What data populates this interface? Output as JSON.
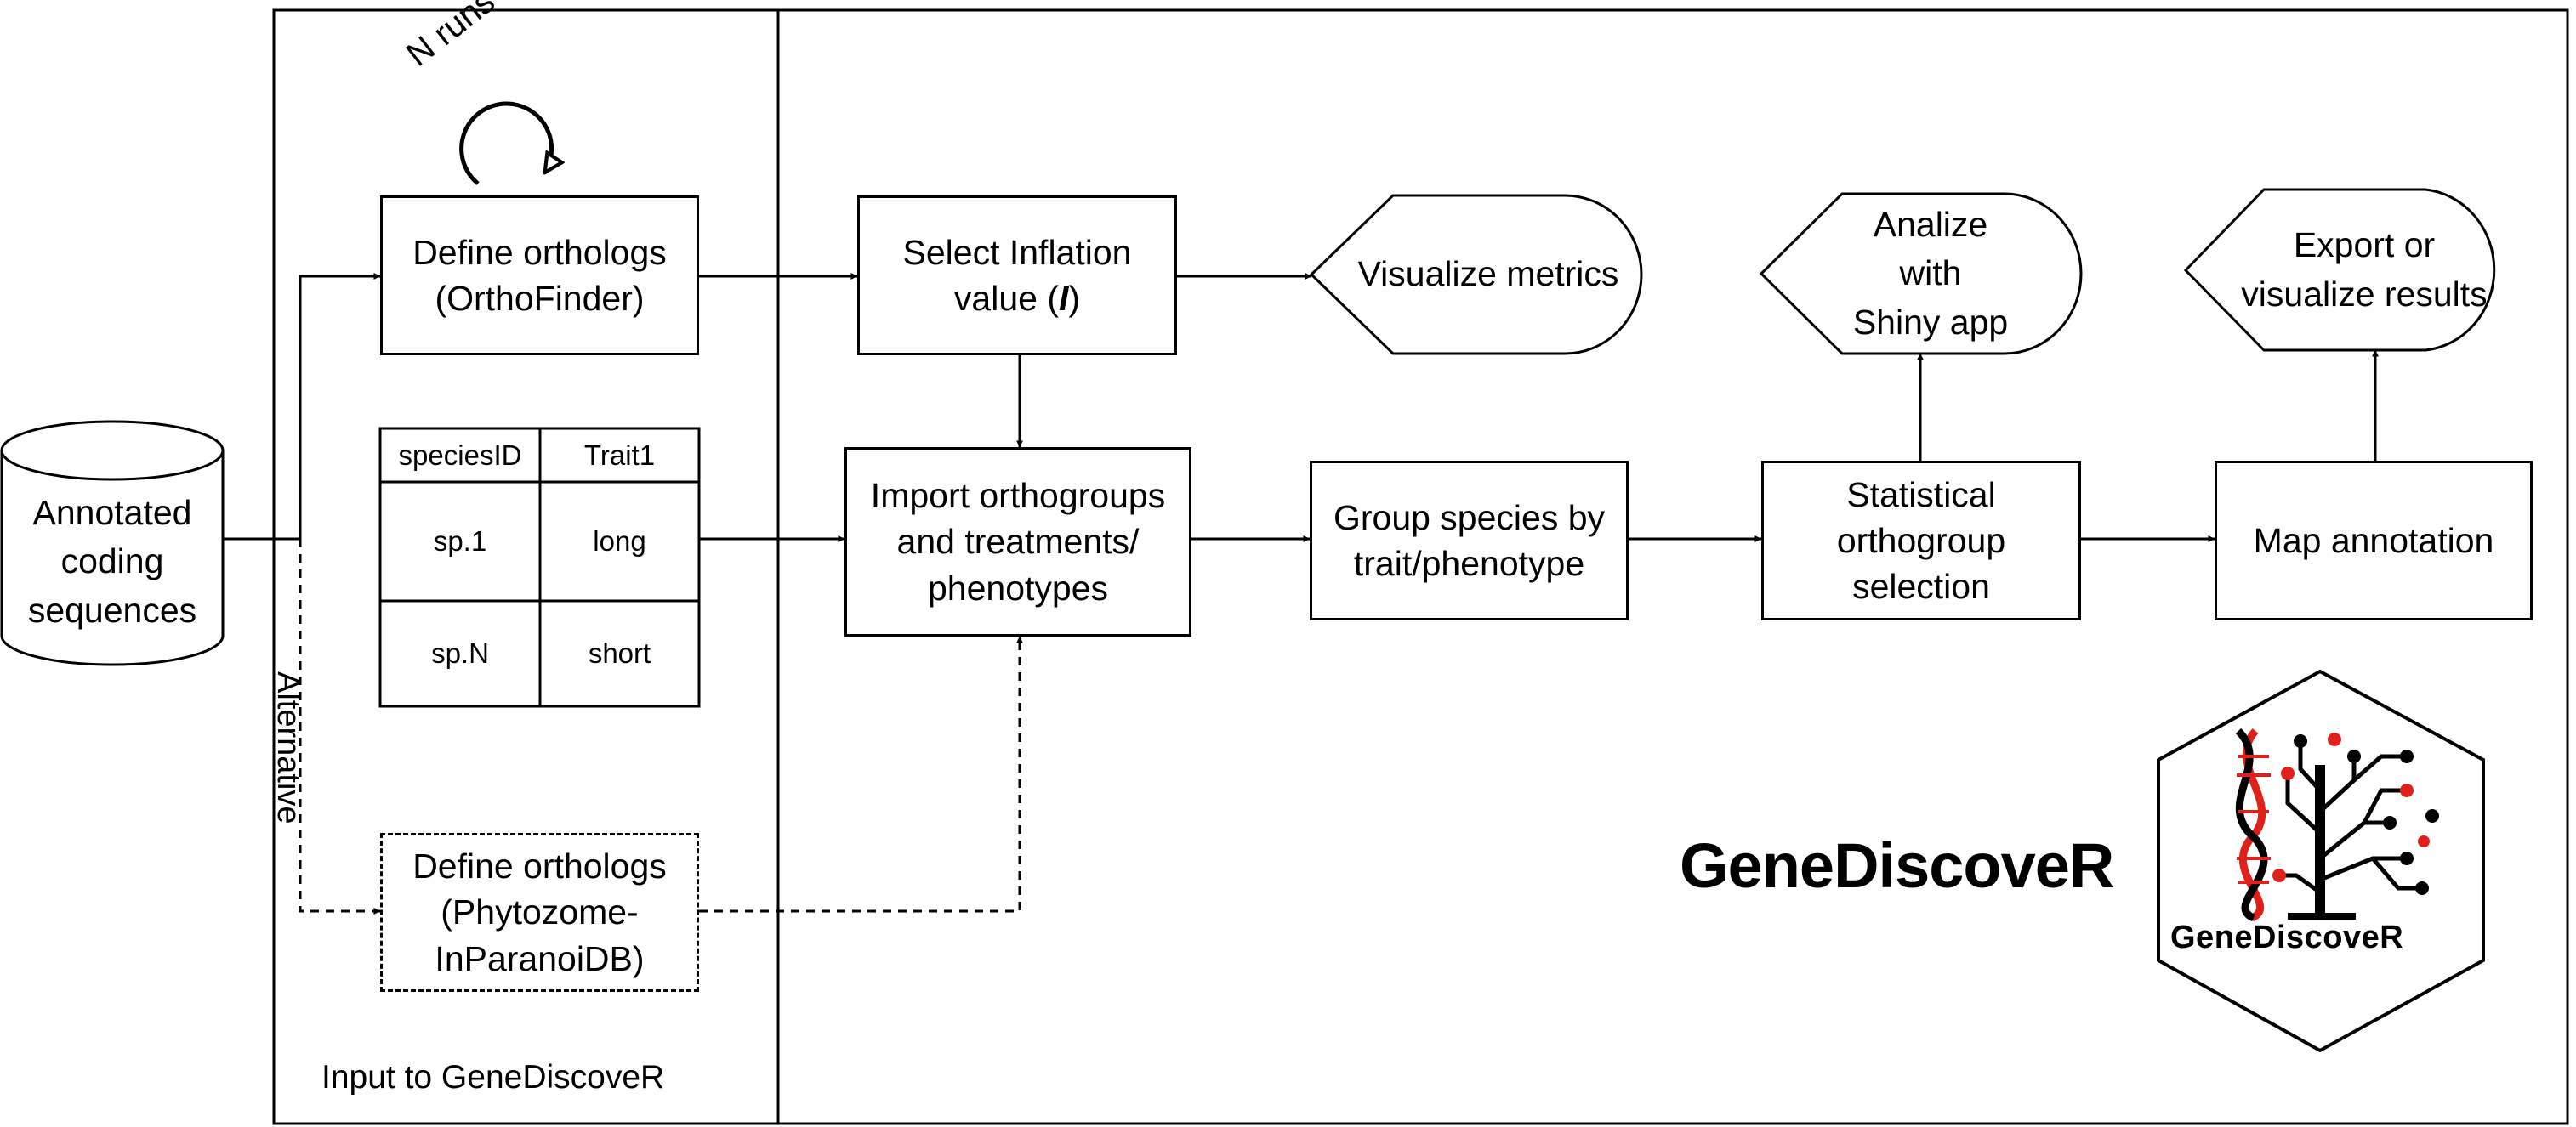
{
  "labels": {
    "n_runs": "N runs",
    "alternative": "Alternative",
    "input_section": "Input to GeneDiscoveR",
    "brand_title": "GeneDiscoveR",
    "logo_text": "GeneDiscoveR"
  },
  "nodes": {
    "annotated_sequences": [
      "Annotated",
      "coding",
      "sequences"
    ],
    "define_orthologs_orthofinder": [
      "Define orthologs",
      "(OrthoFinder)"
    ],
    "define_orthologs_phytozome": [
      "Define orthologs",
      "(Phytozome-",
      "InParanoiDB)"
    ],
    "select_inflation_line1": "Select Inflation",
    "select_inflation_prefix": "value (",
    "select_inflation_symbol": "I",
    "select_inflation_suffix": ")",
    "visualize_metrics": [
      "Visualize metrics"
    ],
    "import_orthogroups": [
      "Import orthogroups",
      "and treatments/",
      "phenotypes"
    ],
    "group_species": [
      "Group species by",
      "trait/phenotype"
    ],
    "statistical_selection": [
      "Statistical",
      "orthogroup",
      "selection"
    ],
    "analize_shiny": [
      "Analize",
      "with",
      "Shiny app"
    ],
    "map_annotation": [
      "Map annotation"
    ],
    "export_results": [
      "Export or",
      "visualize results"
    ]
  },
  "trait_table": {
    "headers": [
      "speciesID",
      "Trait1"
    ],
    "rows": [
      [
        "sp.1",
        "long"
      ],
      [
        "sp.N",
        "short"
      ]
    ]
  },
  "colors": {
    "stroke": "#000000",
    "logo_accent": "#e0201b",
    "background": "#ffffff"
  }
}
